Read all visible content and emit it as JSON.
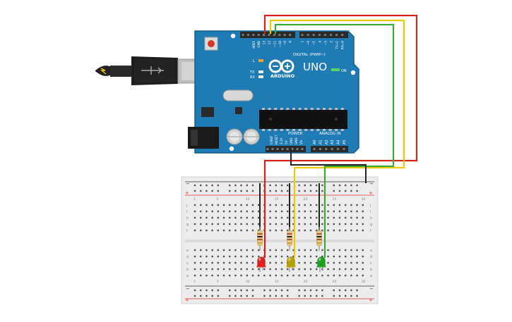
{
  "arduino": {
    "brand_label": "ARDUINO",
    "model_label": "UNO",
    "digital_header_label": "DIGITAL (PWM~)",
    "power_header_label": "POWER",
    "analog_header_label": "ANALOG IN",
    "tx_label": "TX",
    "rx_label": "RX",
    "l_label": "L",
    "on_label": "ON",
    "digital_pin_labels": [
      "AREF",
      "GND",
      "13",
      "12",
      "~11",
      "~10",
      "~9",
      "8",
      "7",
      "~6",
      "~5",
      "4",
      "~3",
      "2",
      "TX→1",
      "RX←0"
    ],
    "power_pin_labels": [
      "IOREF",
      "RESET",
      "3.3V",
      "5V",
      "GND",
      "GND",
      "Vin"
    ],
    "analog_pin_labels": [
      "A0",
      "A1",
      "A2",
      "A3",
      "A4",
      "A5"
    ]
  },
  "breadboard": {
    "rail_minus_label": "−",
    "rail_plus_label": "+",
    "row_labels_top": [
      "j",
      "i",
      "h",
      "g",
      "f"
    ],
    "row_labels_bottom": [
      "e",
      "d",
      "c",
      "b",
      "a"
    ],
    "column_numbers": [
      "1",
      "",
      "",
      "",
      "5",
      "",
      "",
      "",
      "",
      "10",
      "",
      "",
      "",
      "",
      "15",
      "",
      "",
      "",
      "",
      "20",
      "",
      "",
      "",
      "",
      "25",
      "",
      "",
      "",
      "",
      "30"
    ]
  },
  "components": {
    "leds": [
      {
        "name": "red-led",
        "color": "#e02020"
      },
      {
        "name": "yellow-led",
        "color": "#b8a000"
      },
      {
        "name": "green-led",
        "color": "#1fa01f"
      }
    ],
    "wire_colors": {
      "red": "#d42020",
      "yellow": "#f0c800",
      "green": "#3aaa35",
      "black": "#222222"
    }
  },
  "colors": {
    "board_blue": "#1f7bb3",
    "board_edge": "#16608c",
    "breadboard_bg": "#ececec",
    "rail_red": "#e03030",
    "rail_blue": "#333333"
  }
}
